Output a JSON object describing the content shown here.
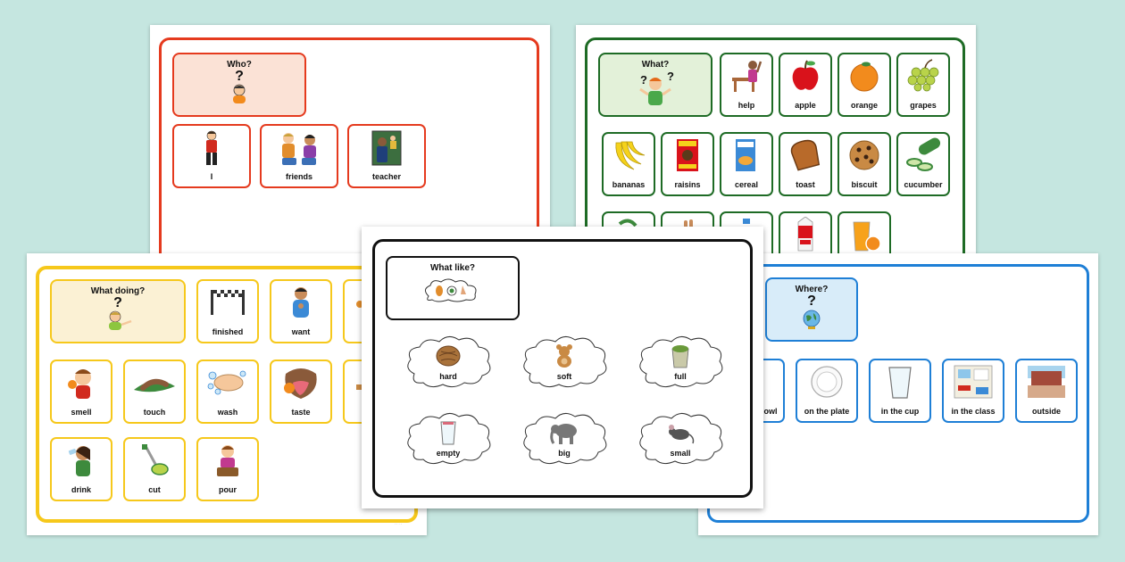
{
  "who": {
    "title": "Who?",
    "mark": "?",
    "cards": [
      {
        "label": "I",
        "icon": "boy-icon"
      },
      {
        "label": "friends",
        "icon": "friends-icon"
      },
      {
        "label": "teacher",
        "icon": "teacher-icon"
      }
    ]
  },
  "what": {
    "title": "What?",
    "mark": "?",
    "row1": [
      {
        "label": "help",
        "icon": "help-icon"
      },
      {
        "label": "apple",
        "icon": "apple-icon"
      },
      {
        "label": "orange",
        "icon": "orange-icon"
      },
      {
        "label": "grapes",
        "icon": "grapes-icon"
      }
    ],
    "row2": [
      {
        "label": "bananas",
        "icon": "bananas-icon"
      },
      {
        "label": "raisins",
        "icon": "raisins-icon"
      },
      {
        "label": "cereal",
        "icon": "cereal-icon"
      },
      {
        "label": "toast",
        "icon": "toast-icon"
      },
      {
        "label": "biscuit",
        "icon": "biscuit-icon"
      },
      {
        "label": "cucumber",
        "icon": "cucumber-icon"
      }
    ],
    "row3_icons": [
      "vegetable-icon",
      "hand-icon",
      "bottle-icon",
      "milk-icon",
      "juice-icon"
    ]
  },
  "doing": {
    "title": "What doing?",
    "mark": "?",
    "row1": [
      {
        "label": "finished",
        "icon": "finish-line-icon"
      },
      {
        "label": "want",
        "icon": "want-icon"
      }
    ],
    "row2": [
      {
        "label": "smell",
        "icon": "smell-icon"
      },
      {
        "label": "touch",
        "icon": "touch-icon"
      },
      {
        "label": "wash",
        "icon": "wash-icon"
      },
      {
        "label": "taste",
        "icon": "taste-icon"
      }
    ],
    "row3": [
      {
        "label": "drink",
        "icon": "drink-icon"
      },
      {
        "label": "cut",
        "icon": "cut-icon"
      },
      {
        "label": "pour",
        "icon": "pour-icon"
      }
    ]
  },
  "like": {
    "title": "What like?",
    "clouds": [
      {
        "label": "hard",
        "icon": "walnut-icon"
      },
      {
        "label": "soft",
        "icon": "teddy-bear-icon"
      },
      {
        "label": "full",
        "icon": "full-bucket-icon"
      },
      {
        "label": "empty",
        "icon": "empty-cup-icon"
      },
      {
        "label": "big",
        "icon": "elephant-icon"
      },
      {
        "label": "small",
        "icon": "mouse-icon"
      }
    ]
  },
  "where": {
    "title": "Where?",
    "mark": "?",
    "cards": [
      {
        "label": "owl",
        "icon": "bowl-icon"
      },
      {
        "label": "on the plate",
        "icon": "plate-icon"
      },
      {
        "label": "in the cup",
        "icon": "cup-icon"
      },
      {
        "label": "in the class",
        "icon": "classroom-icon"
      },
      {
        "label": "outside",
        "icon": "outside-icon"
      }
    ]
  },
  "colors": {
    "who": "#e53a1e",
    "what": "#1e6b25",
    "doing": "#f6c81b",
    "like": "#111111",
    "where": "#1e7fd6"
  }
}
